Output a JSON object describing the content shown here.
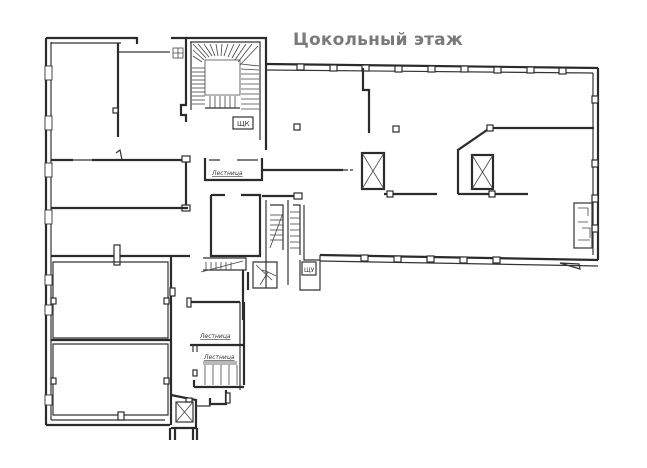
{
  "plan": {
    "title": "Цокольный этаж",
    "labels": {
      "corridor_label": "Лестница",
      "room_label_1": "Лестница",
      "room_label_2": "Лестница",
      "wc_label": "ЩК",
      "kitchen_label": "ЩУ"
    },
    "colors": {
      "line": "#2b2b2b",
      "title": "#7a7a7a",
      "background": "#ffffff"
    }
  }
}
